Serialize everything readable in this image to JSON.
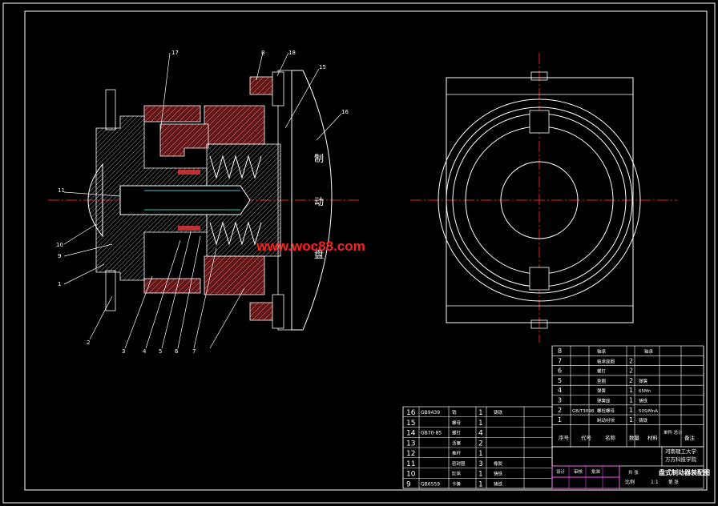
{
  "drawing": {
    "label_plate": [
      "制",
      "动",
      "盘"
    ],
    "watermark": "www.woc88.com",
    "leader_labels": [
      "17",
      "8",
      "18",
      "15",
      "16",
      "11",
      "10",
      "9",
      "1",
      "2",
      "3",
      "4",
      "5",
      "6",
      "7"
    ]
  },
  "bom_upper": [
    {
      "no": "8",
      "code": "",
      "name": "轴承",
      "qty": "",
      "material": "",
      "note": "轴承"
    },
    {
      "no": "7",
      "code": "",
      "name": "轴承座圈",
      "qty": "2",
      "material": "",
      "note": ""
    },
    {
      "no": "6",
      "code": "",
      "name": "螺钉",
      "qty": "2",
      "material": "",
      "note": ""
    },
    {
      "no": "5",
      "code": "",
      "name": "垫圈",
      "qty": "2",
      "material": "弹簧",
      "note": ""
    },
    {
      "no": "4",
      "code": "",
      "name": "弹簧",
      "qty": "1",
      "material": "65Mn",
      "note": ""
    },
    {
      "no": "3",
      "code": "",
      "name": "弹簧座",
      "qty": "1",
      "material": "铸铁",
      "note": ""
    },
    {
      "no": "2",
      "code": "GB/T3098",
      "name": "螺栓螺母",
      "qty": "1",
      "material": "50SiMnA",
      "note": ""
    },
    {
      "no": "1",
      "code": "",
      "name": "制动衬块",
      "qty": "1",
      "material": "铸铁",
      "note": ""
    }
  ],
  "bom_lower": [
    {
      "no": "16",
      "code": "GB9439",
      "name": "销",
      "qty": "1",
      "note": "铸铁"
    },
    {
      "no": "15",
      "code": "",
      "name": "螺母",
      "qty": "1",
      "note": ""
    },
    {
      "no": "14",
      "code": "GB70-85",
      "name": "螺钉",
      "qty": "4",
      "note": ""
    },
    {
      "no": "13",
      "code": "",
      "name": "活塞",
      "qty": "2",
      "note": ""
    },
    {
      "no": "12",
      "code": "",
      "name": "推杆",
      "qty": "1",
      "note": ""
    },
    {
      "no": "11",
      "code": "",
      "name": "密封圈",
      "qty": "3",
      "note": "橡胶"
    },
    {
      "no": "10",
      "code": "",
      "name": "缸体",
      "qty": "1",
      "note": "铸铁"
    },
    {
      "no": "9",
      "code": "GB6559",
      "name": "卡簧",
      "qty": "1",
      "note": "铸铁"
    }
  ],
  "bom_header": {
    "no": "序号",
    "code": "代号",
    "name": "名称",
    "qty": "数量",
    "material": "材料",
    "note": "备注",
    "weight": "单件 总计"
  },
  "title_block": {
    "school": "河南理工大学",
    "dept": "万方科技学院",
    "drawing_title": "盘式制动器装配图",
    "scale_label": "比例",
    "sheet": "1:1",
    "sub_labels": [
      "设计",
      "审核",
      "批准",
      "共 张",
      "第 张"
    ]
  }
}
